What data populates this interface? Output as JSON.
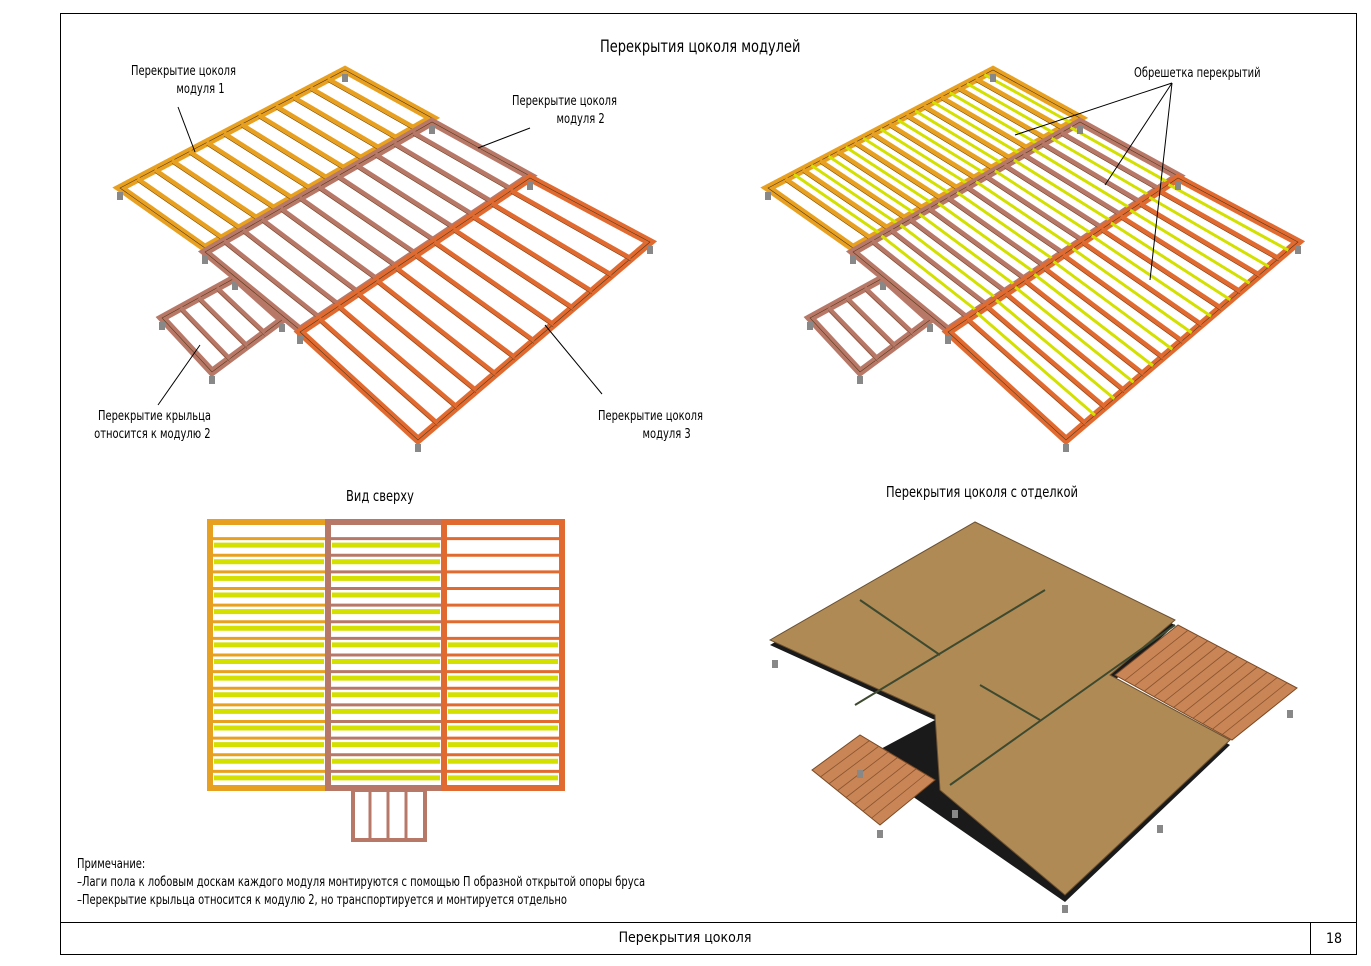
{
  "main_title": "Перекрытия цоколя модулей",
  "labels": {
    "module1": [
      "Перекрытие цоколя",
      "модуля 1"
    ],
    "module2": [
      "Перекрытие цоколя",
      "модуля 2"
    ],
    "module3": [
      "Перекрытие цоколя",
      "модуля 3"
    ],
    "porch": [
      "Перекрытие крыльца",
      "относится к модулю 2"
    ],
    "battens": "Обрешетка перекрытий"
  },
  "top_view_title": "Вид сверху",
  "finished_title": "Перекрытия цоколя с отделкой",
  "notes": {
    "heading": "Примечание:",
    "lines": [
      "–Лаги пола к лобовым доскам каждого модуля монтируются с помощью П образной открытой опоры бруса",
      "–Перекрытие крыльца относится к модулю 2, но транспортируется и монтируется отдельно"
    ]
  },
  "footer": {
    "title": "Перекрытия цоколя",
    "page": "18"
  },
  "colors": {
    "module1": "#e8a020",
    "module2": "#b87868",
    "module3": "#e06a30",
    "batten": "#d4e000",
    "osb": "#b08a55",
    "deck": "#c98555"
  }
}
